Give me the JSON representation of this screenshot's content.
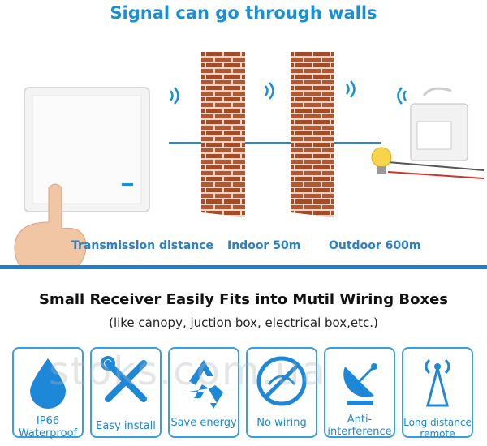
{
  "header": {
    "title": "Signal can go through walls"
  },
  "distances": {
    "transmission": "Transmission distance",
    "indoor": "Indoor 50m",
    "outdoor": "Outdoor 600m"
  },
  "section": {
    "title": "Small Receiver Easily Fits into Mutil Wiring Boxes",
    "note": "(like canopy, juction box, electrical box,etc.)"
  },
  "features": [
    {
      "label_line1": "IP66",
      "label_line2": "Waterproof",
      "icon": "water-drop-icon"
    },
    {
      "label_line1": "Easy install",
      "label_line2": "",
      "icon": "tools-icon"
    },
    {
      "label_line1": "Save energy",
      "label_line2": "",
      "icon": "recycle-icon"
    },
    {
      "label_line1": "No wiring",
      "label_line2": "",
      "icon": "no-wiring-icon"
    },
    {
      "label_line1": "Anti-",
      "label_line2": "interference",
      "icon": "satellite-dish-icon"
    },
    {
      "label_line1": "Long distance",
      "label_line2": "remote",
      "icon": "signal-tower-icon"
    }
  ],
  "watermark": "stoks.com.ua",
  "colors": {
    "accent": "#1a8fd6",
    "brick": "#b5562e",
    "divider": "#1a7fd0"
  }
}
